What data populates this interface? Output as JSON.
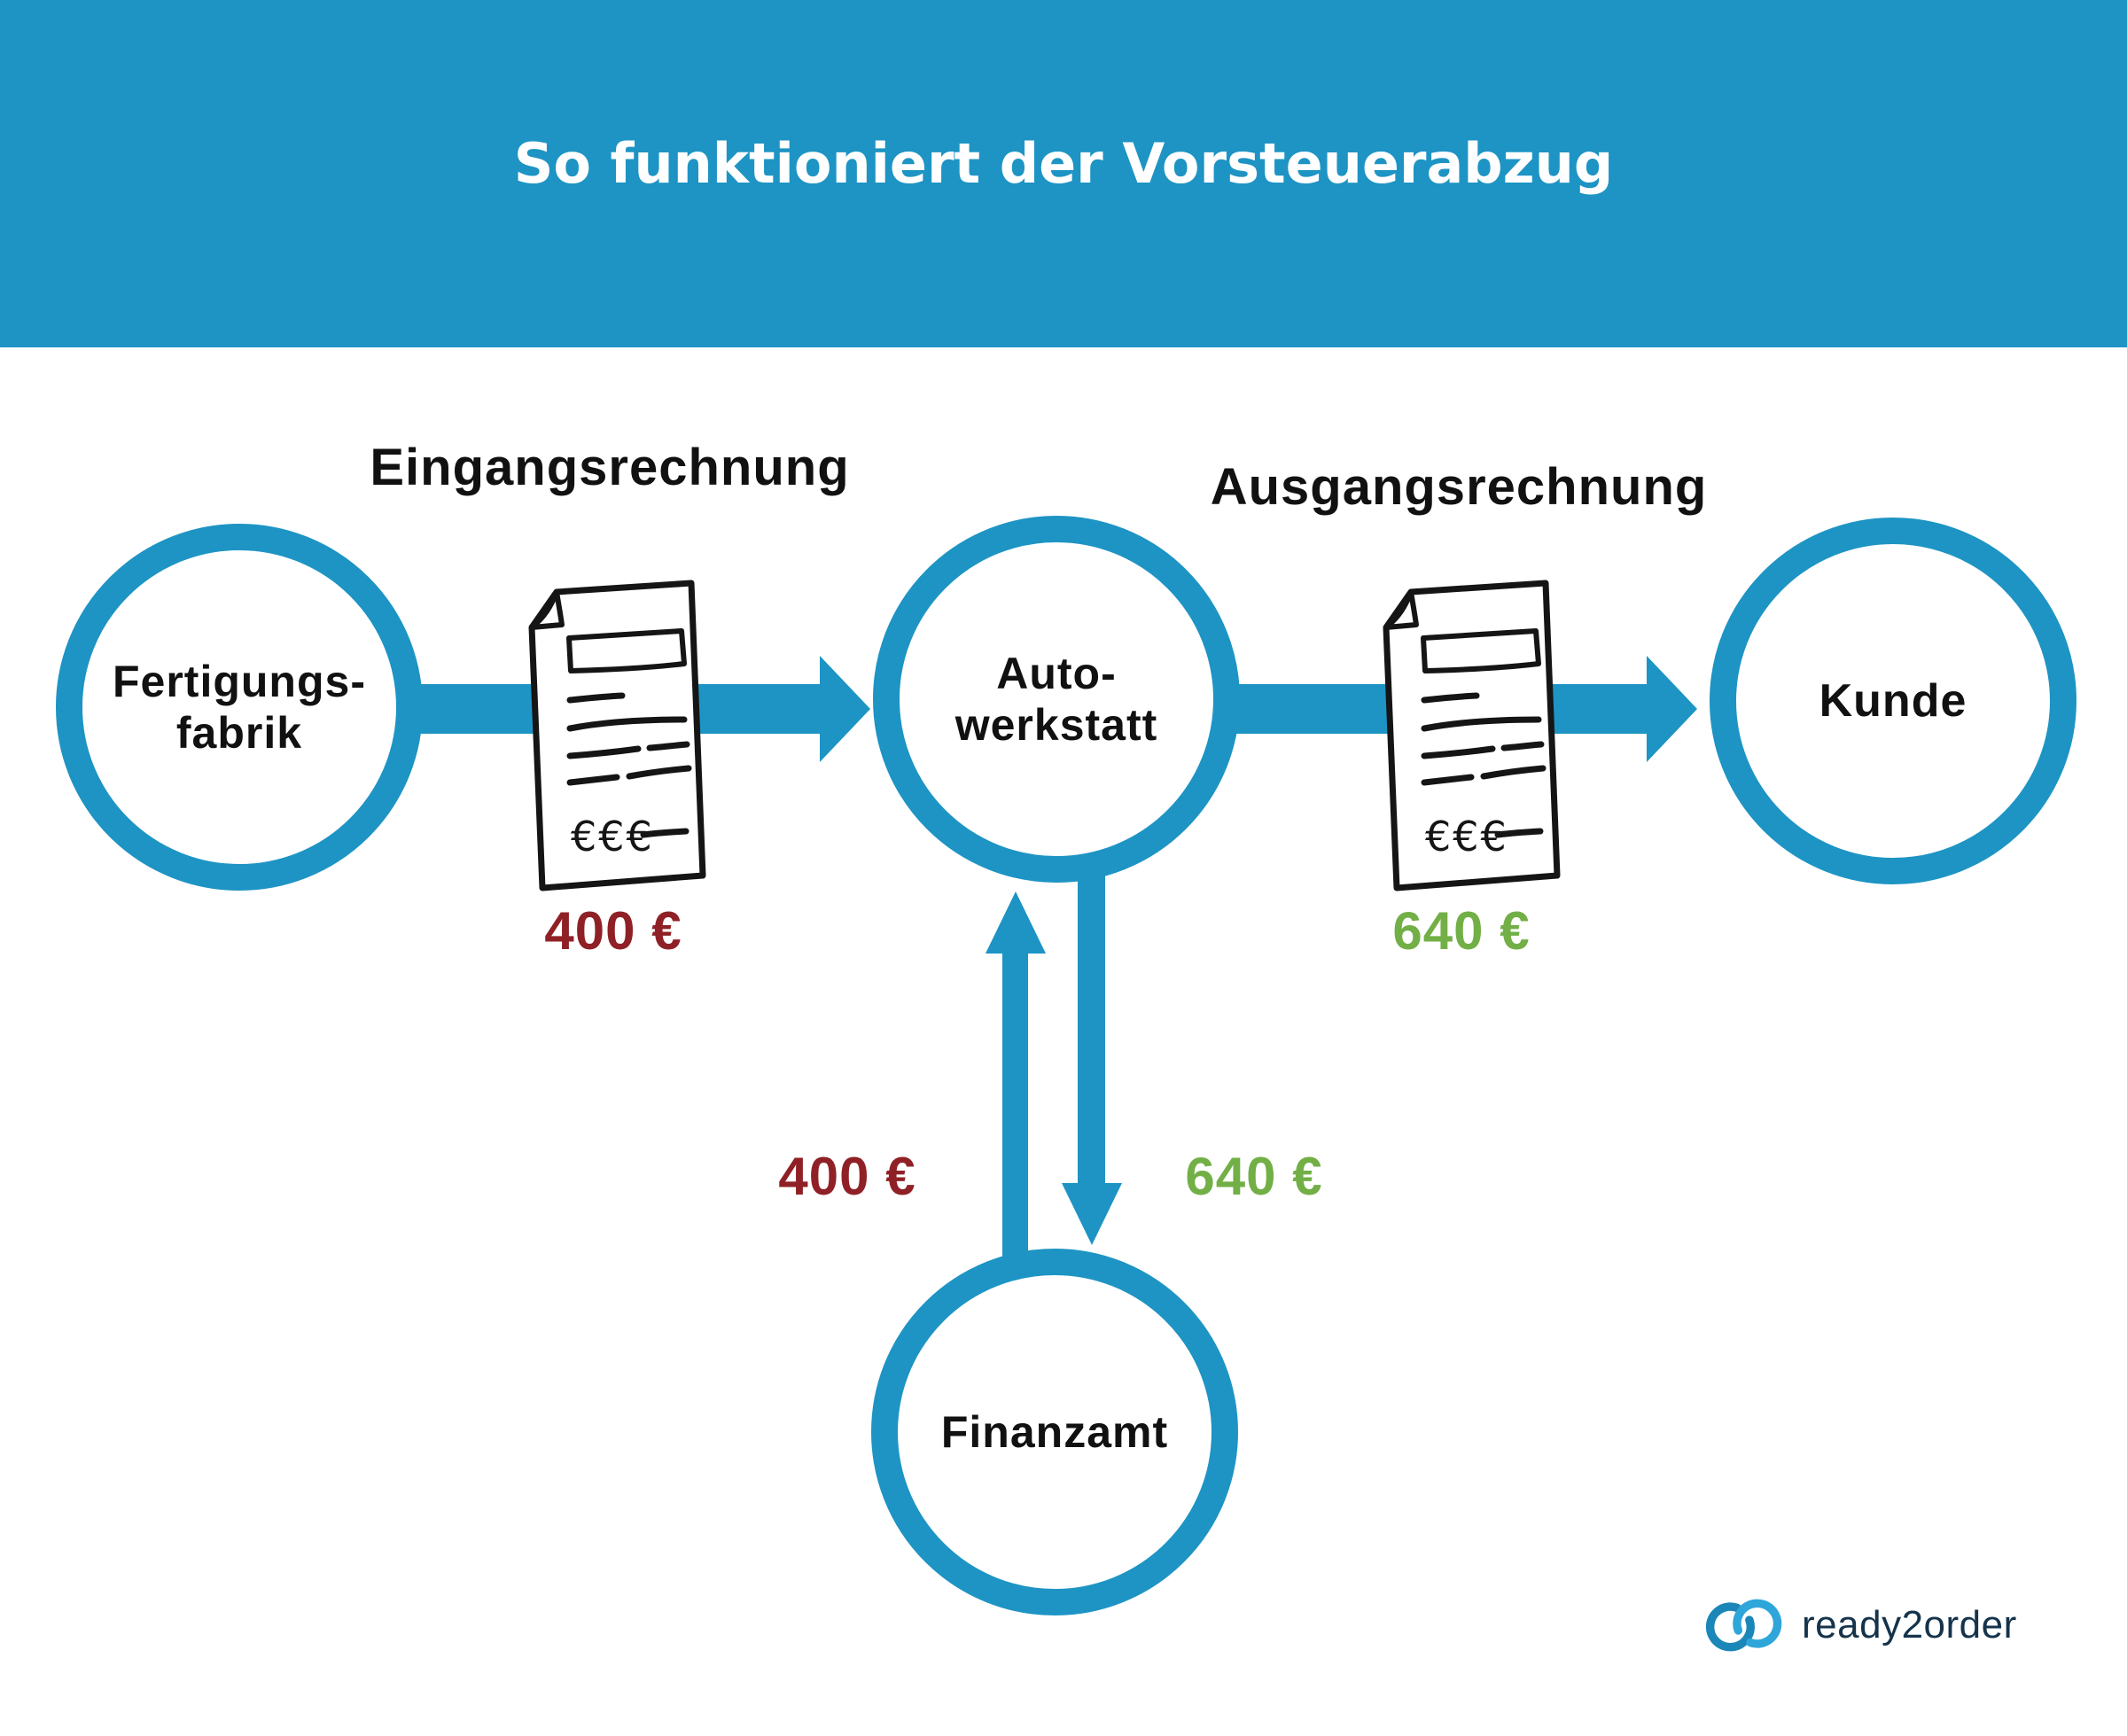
{
  "header": {
    "title": "So funktioniert der Vorsteuerabzug"
  },
  "flow": {
    "incoming_invoice_label": "Eingangsrechnung",
    "outgoing_invoice_label": "Ausgangsrechnung"
  },
  "nodes": {
    "factory": {
      "line1": "Fertigungs-",
      "line2": "fabrik"
    },
    "workshop": {
      "line1": "Auto-",
      "line2": "werkstatt"
    },
    "customer": {
      "line1": "Kunde"
    },
    "tax_office": {
      "line1": "Finanzamt"
    }
  },
  "amounts": {
    "input_invoice_amount": "400 €",
    "output_invoice_amount": "640 €",
    "vat_refund_amount": "400 €",
    "vat_due_amount": "640 €"
  },
  "invoice_icon": {
    "currency_text": "€€€"
  },
  "logo": {
    "brand": "ready2order"
  },
  "colors": {
    "accent_blue": "#1D94C4",
    "amount_red": "#8F2126",
    "amount_green": "#72AF46",
    "ink": "#151515",
    "logo_navy": "#15334B",
    "logo_ring_left": "#1B86B8",
    "logo_ring_right": "#2EA6DA"
  }
}
